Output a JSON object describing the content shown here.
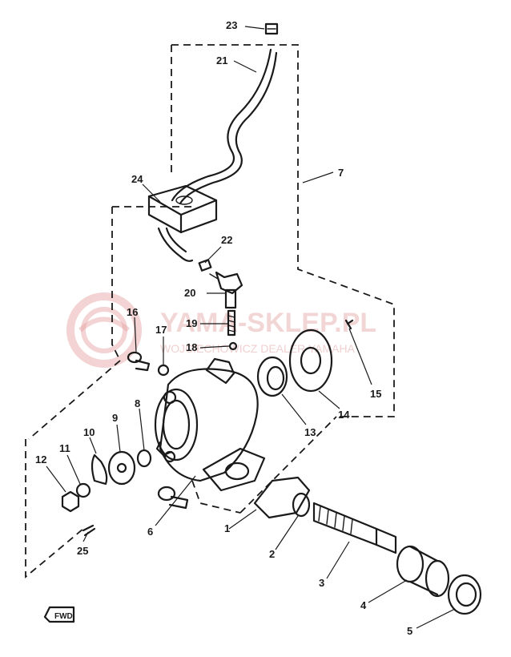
{
  "watermark": {
    "title": "YAMA-SKLEP.PL",
    "subtitle": "WOJCIECHOWICZ DEALER YAMAHA",
    "color": "#e8a8a8"
  },
  "front_marker": {
    "label": "FWD"
  },
  "part_callouts": [
    {
      "id": "23",
      "label": "23"
    },
    {
      "id": "21",
      "label": "21"
    },
    {
      "id": "7",
      "label": "7"
    },
    {
      "id": "24",
      "label": "24"
    },
    {
      "id": "22",
      "label": "22"
    },
    {
      "id": "20",
      "label": "20"
    },
    {
      "id": "19",
      "label": "19"
    },
    {
      "id": "18",
      "label": "18"
    },
    {
      "id": "16",
      "label": "16"
    },
    {
      "id": "17",
      "label": "17"
    },
    {
      "id": "15",
      "label": "15"
    },
    {
      "id": "14",
      "label": "14"
    },
    {
      "id": "13",
      "label": "13"
    },
    {
      "id": "8",
      "label": "8"
    },
    {
      "id": "9",
      "label": "9"
    },
    {
      "id": "10",
      "label": "10"
    },
    {
      "id": "11",
      "label": "11"
    },
    {
      "id": "12",
      "label": "12"
    },
    {
      "id": "6",
      "label": "6"
    },
    {
      "id": "25",
      "label": "25"
    },
    {
      "id": "1",
      "label": "1"
    },
    {
      "id": "2",
      "label": "2"
    },
    {
      "id": "3",
      "label": "3"
    },
    {
      "id": "4",
      "label": "4"
    },
    {
      "id": "5",
      "label": "5"
    }
  ]
}
